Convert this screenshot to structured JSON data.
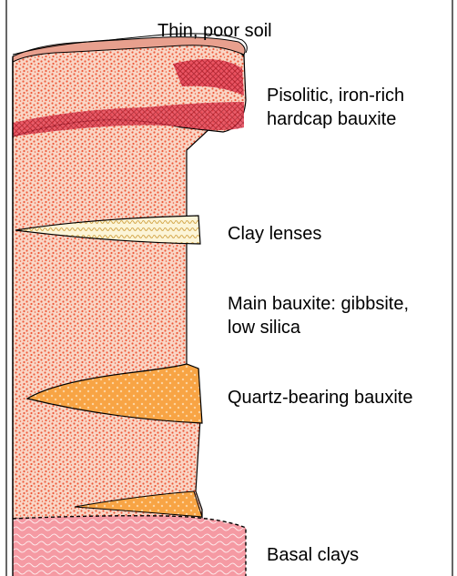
{
  "labels": {
    "thin_soil": "Thin, poor soil",
    "pisolitic_line1": "Pisolitic, iron-rich",
    "pisolitic_line2": "hardcap bauxite",
    "clay_lenses": "Clay lenses",
    "main_bauxite_line1": "Main bauxite: gibbsite,",
    "main_bauxite_line2": "low silica",
    "quartz_bauxite": "Quartz-bearing bauxite",
    "basal_clays": "Basal clays"
  },
  "colors": {
    "bauxite_base": "#f7c9b8",
    "bauxite_dots": "#ee5a3a",
    "hardcap_dark": "#d9283a",
    "clay_lens": "#fbf3cf",
    "clay_lens_squiggle": "#d9b45a",
    "quartz": "#f7a03c",
    "basal_clay": "#f48c96",
    "soil": "#e8a08e"
  }
}
